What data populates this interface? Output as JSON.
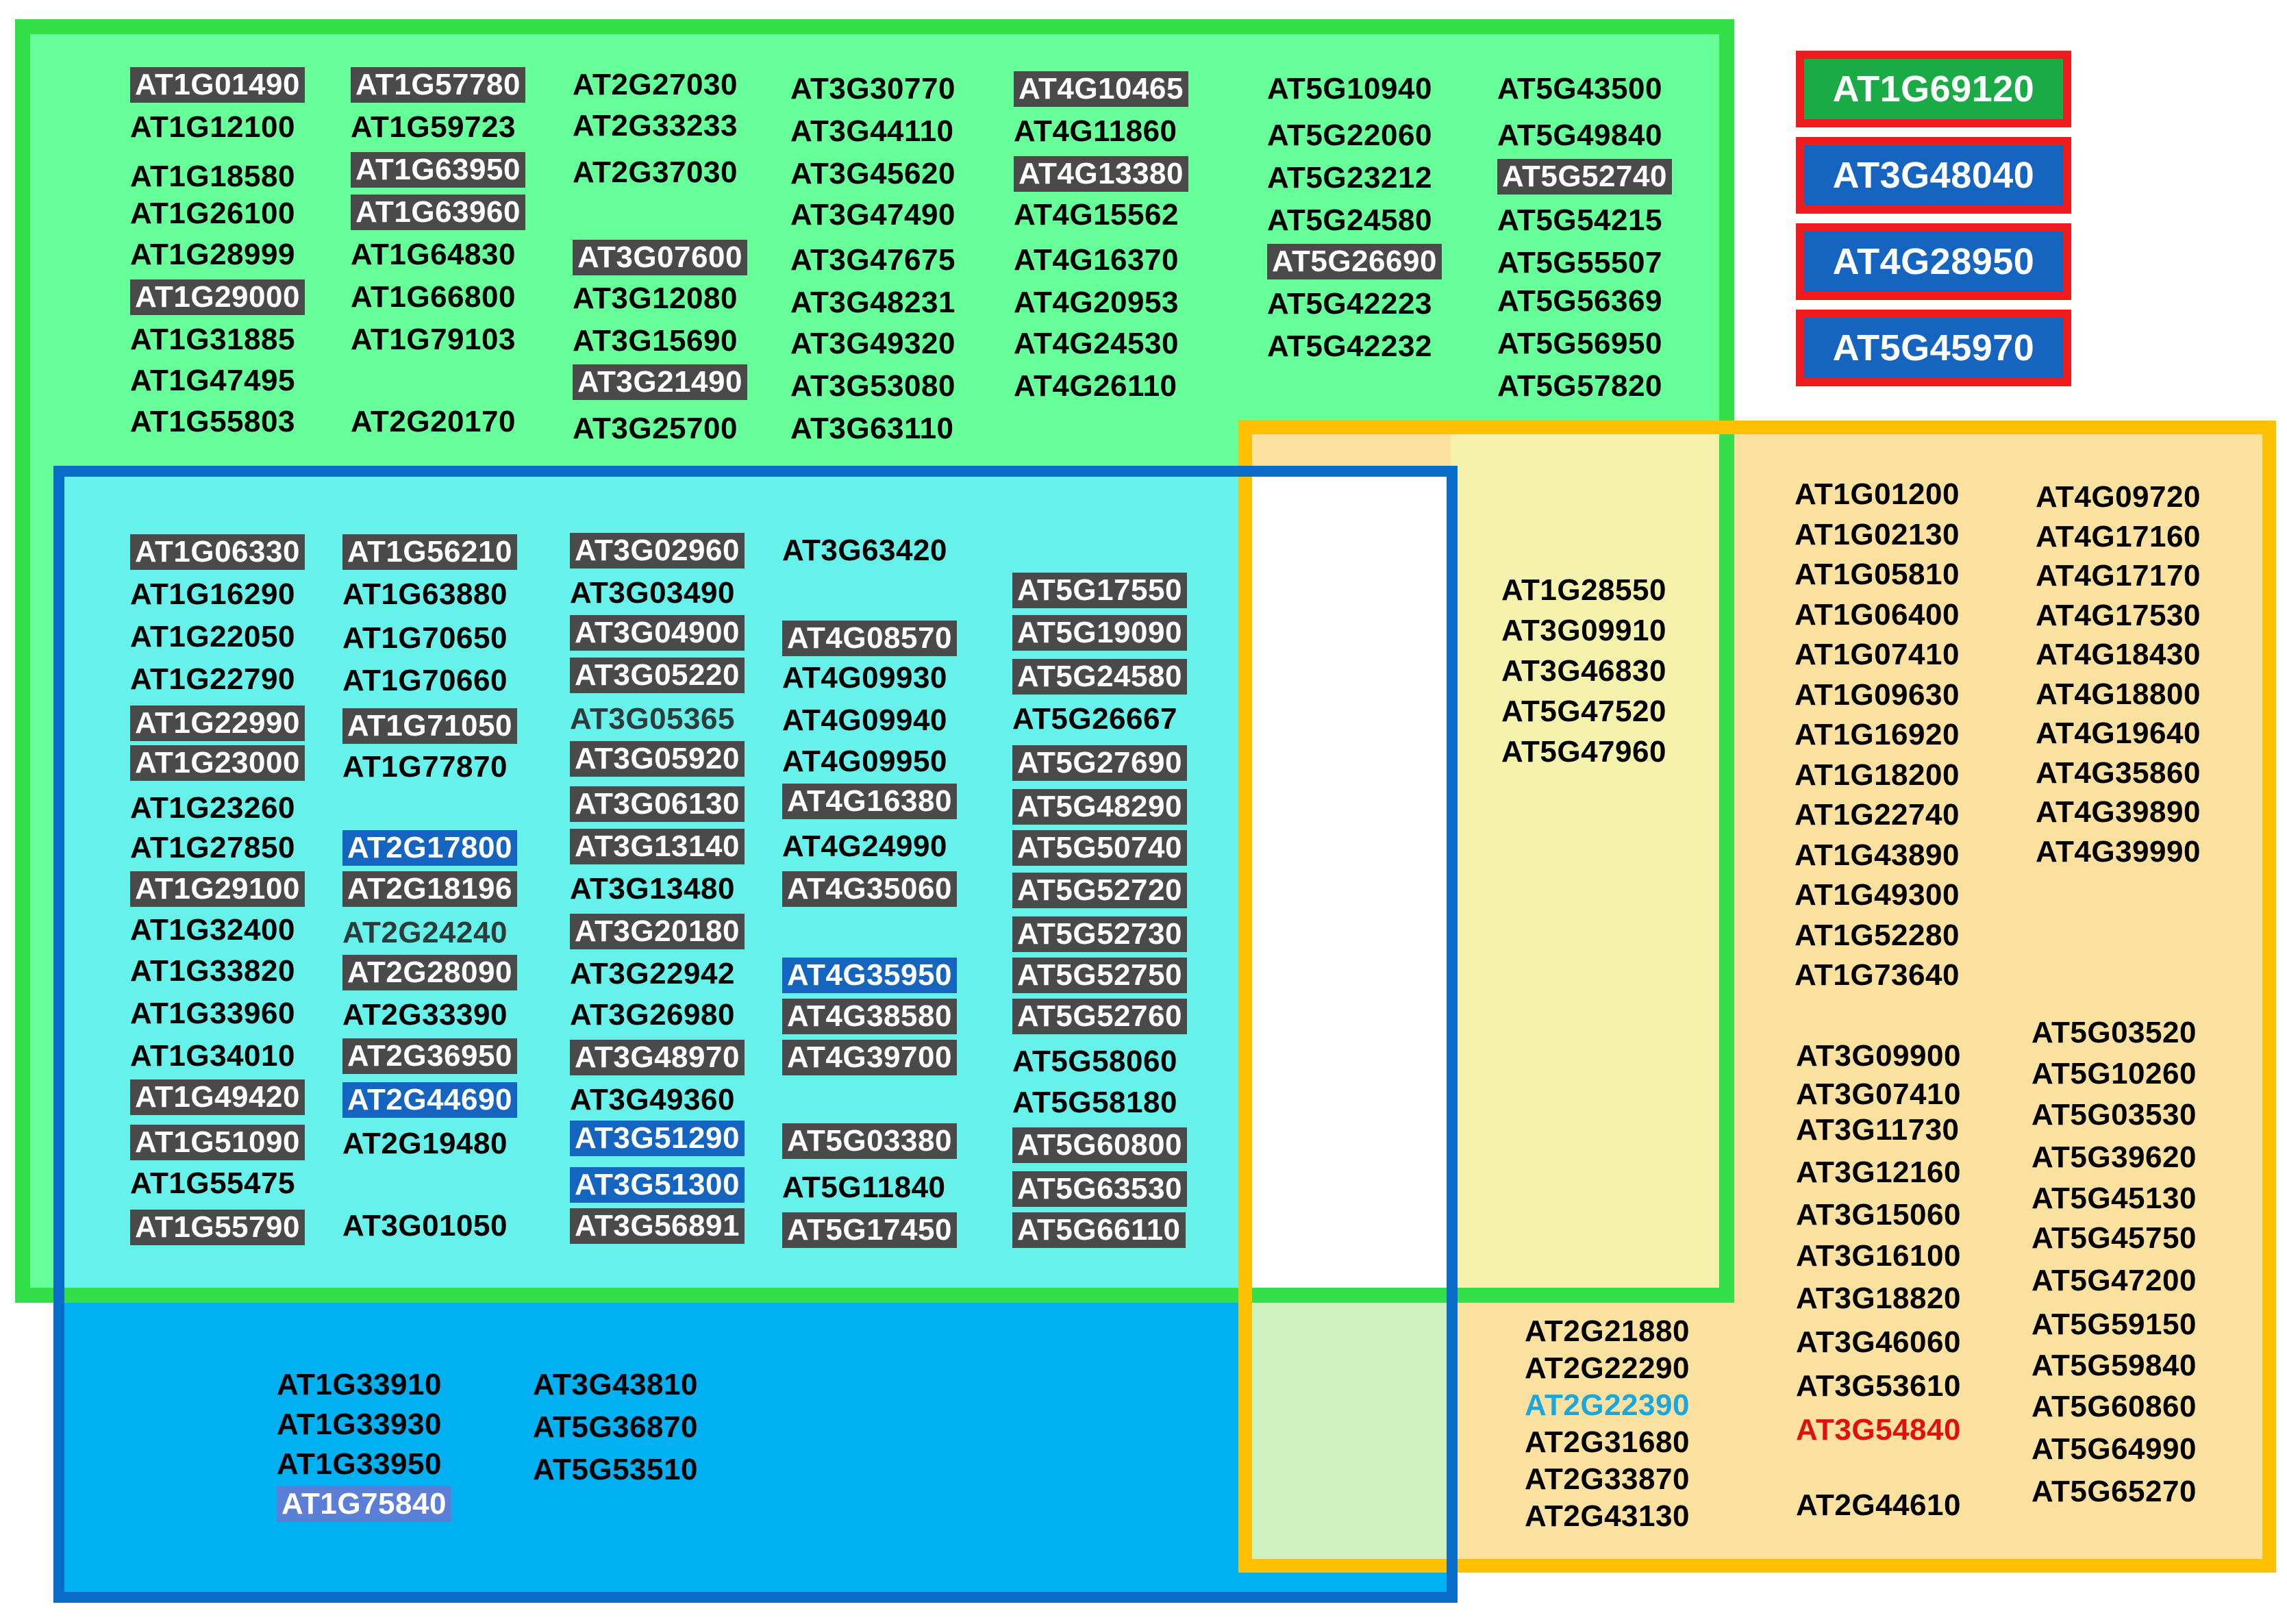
{
  "colors": {
    "green_fill": "#66ff99",
    "green_border": "#33e04a",
    "cyan_fill": "#66f2ea",
    "blue_fill": "#00b0f0",
    "blue_border": "#0a6cc9",
    "yellow_fill": "#f5f2ae",
    "orange_fill": "#fbe1a0",
    "orange_border": "#ffc000",
    "white_region": "#ffffff",
    "overlap_green": "#cdf2c0",
    "grey_highlight": "#4a4a4a",
    "blue_highlight": "#1565c0",
    "legend_red": "#ee1c1c"
  },
  "legend": [
    {
      "label": "AT1G69120",
      "color": "#1aab47"
    },
    {
      "label": "AT3G48040",
      "color": "#1565c0"
    },
    {
      "label": "AT4G28950",
      "color": "#1565c0"
    },
    {
      "label": "AT5G45970",
      "color": "#1565c0"
    }
  ],
  "green_only": [
    [
      {
        "t": "AT1G01490",
        "s": "grey"
      },
      {
        "t": "AT1G12100"
      },
      {
        "t": "AT1G18580"
      },
      {
        "t": "AT1G26100"
      },
      {
        "t": "AT1G28999"
      },
      {
        "t": "AT1G29000",
        "s": "grey"
      },
      {
        "t": "AT1G31885"
      },
      {
        "t": "AT1G47495"
      },
      {
        "t": "AT1G55803"
      }
    ],
    [
      {
        "t": "AT1G57780",
        "s": "grey"
      },
      {
        "t": "AT1G59723"
      },
      {
        "t": "AT1G63950",
        "s": "grey"
      },
      {
        "t": "AT1G63960",
        "s": "grey"
      },
      {
        "t": "AT1G64830"
      },
      {
        "t": "AT1G66800"
      },
      {
        "t": "AT1G79103"
      },
      {
        "t": "AT2G20170"
      }
    ],
    [
      {
        "t": "AT2G27030"
      },
      {
        "t": "AT2G33233"
      },
      {
        "t": "AT2G37030"
      },
      {
        "t": "AT3G07600",
        "s": "grey"
      },
      {
        "t": "AT3G12080"
      },
      {
        "t": "AT3G15690"
      },
      {
        "t": "AT3G21490",
        "s": "grey"
      },
      {
        "t": "AT3G25700"
      }
    ],
    [
      {
        "t": "AT3G30770"
      },
      {
        "t": "AT3G44110"
      },
      {
        "t": "AT3G45620"
      },
      {
        "t": "AT3G47490"
      },
      {
        "t": "AT3G47675"
      },
      {
        "t": "AT3G48231"
      },
      {
        "t": "AT3G49320"
      },
      {
        "t": "AT3G53080"
      },
      {
        "t": "AT3G63110"
      }
    ],
    [
      {
        "t": "AT4G10465",
        "s": "grey"
      },
      {
        "t": "AT4G11860"
      },
      {
        "t": "AT4G13380",
        "s": "grey"
      },
      {
        "t": "AT4G15562"
      },
      {
        "t": "AT4G16370"
      },
      {
        "t": "AT4G20953"
      },
      {
        "t": "AT4G24530"
      },
      {
        "t": "AT4G26110"
      }
    ],
    [
      {
        "t": "AT5G10940"
      },
      {
        "t": "AT5G22060"
      },
      {
        "t": "AT5G23212"
      },
      {
        "t": "AT5G24580"
      },
      {
        "t": "AT5G26690",
        "s": "grey"
      },
      {
        "t": "AT5G42223"
      },
      {
        "t": "AT5G42232"
      }
    ],
    [
      {
        "t": "AT5G43500"
      },
      {
        "t": "AT5G49840"
      },
      {
        "t": "AT5G52740",
        "s": "grey"
      },
      {
        "t": "AT5G54215"
      },
      {
        "t": "AT5G55507"
      },
      {
        "t": "AT5G56369"
      },
      {
        "t": "AT5G56950"
      },
      {
        "t": "AT5G57820"
      }
    ]
  ],
  "green_blue": [
    [
      {
        "t": "AT1G06330",
        "s": "grey"
      },
      {
        "t": "AT1G16290"
      },
      {
        "t": "AT1G22050"
      },
      {
        "t": "AT1G22790"
      },
      {
        "t": "AT1G22990",
        "s": "grey"
      },
      {
        "t": "AT1G23000",
        "s": "grey"
      },
      {
        "t": "AT1G23260"
      },
      {
        "t": "AT1G27850"
      },
      {
        "t": "AT1G29100",
        "s": "grey"
      },
      {
        "t": "AT1G32400"
      },
      {
        "t": "AT1G33820"
      },
      {
        "t": "AT1G33960"
      },
      {
        "t": "AT1G34010"
      },
      {
        "t": "AT1G49420",
        "s": "grey"
      },
      {
        "t": "AT1G51090",
        "s": "grey"
      },
      {
        "t": "AT1G55475"
      },
      {
        "t": "AT1G55790",
        "s": "grey"
      }
    ],
    [
      {
        "t": "AT1G56210",
        "s": "grey"
      },
      {
        "t": "AT1G63880"
      },
      {
        "t": "AT1G70650"
      },
      {
        "t": "AT1G70660"
      },
      {
        "t": "AT1G71050",
        "s": "grey"
      },
      {
        "t": "AT1G77870"
      },
      {
        "t": "AT2G17800",
        "s": "blue"
      },
      {
        "t": "AT2G18196",
        "s": "grey"
      },
      {
        "t": "AT2G24240",
        "s": "dark"
      },
      {
        "t": "AT2G28090",
        "s": "grey"
      },
      {
        "t": "AT2G33390"
      },
      {
        "t": "AT2G36950",
        "s": "grey"
      },
      {
        "t": "AT2G44690",
        "s": "blue"
      },
      {
        "t": "AT2G19480"
      },
      {
        "t": "AT3G01050"
      }
    ],
    [
      {
        "t": "AT3G02960",
        "s": "grey"
      },
      {
        "t": "AT3G03490"
      },
      {
        "t": "AT3G04900",
        "s": "grey"
      },
      {
        "t": "AT3G05220",
        "s": "grey"
      },
      {
        "t": "AT3G05365",
        "s": "dark"
      },
      {
        "t": "AT3G05920",
        "s": "grey"
      },
      {
        "t": "AT3G06130",
        "s": "grey"
      },
      {
        "t": "AT3G13140",
        "s": "grey"
      },
      {
        "t": "AT3G13480"
      },
      {
        "t": "AT3G20180",
        "s": "grey"
      },
      {
        "t": "AT3G22942"
      },
      {
        "t": "AT3G26980"
      },
      {
        "t": "AT3G48970",
        "s": "grey"
      },
      {
        "t": "AT3G49360"
      },
      {
        "t": "AT3G51290",
        "s": "blue"
      },
      {
        "t": "AT3G51300",
        "s": "blue"
      },
      {
        "t": "AT3G56891",
        "s": "grey"
      }
    ],
    [
      {
        "t": "AT3G63420"
      },
      {
        "t": "AT4G08570",
        "s": "grey"
      },
      {
        "t": "AT4G09930"
      },
      {
        "t": "AT4G09940"
      },
      {
        "t": "AT4G09950"
      },
      {
        "t": "AT4G16380",
        "s": "grey"
      },
      {
        "t": "AT4G24990"
      },
      {
        "t": "AT4G35060",
        "s": "grey"
      },
      {
        "t": "AT4G35950",
        "s": "blue"
      },
      {
        "t": "AT4G38580",
        "s": "grey"
      },
      {
        "t": "AT4G39700",
        "s": "grey"
      },
      {
        "t": "AT5G03380",
        "s": "grey"
      },
      {
        "t": "AT5G11840"
      },
      {
        "t": "AT5G17450",
        "s": "grey"
      }
    ],
    [
      {
        "t": "AT5G17550",
        "s": "grey"
      },
      {
        "t": "AT5G19090",
        "s": "grey"
      },
      {
        "t": "AT5G24580",
        "s": "grey"
      },
      {
        "t": "AT5G26667"
      },
      {
        "t": "AT5G27690",
        "s": "grey"
      },
      {
        "t": "AT5G48290",
        "s": "grey"
      },
      {
        "t": "AT5G50740",
        "s": "grey"
      },
      {
        "t": "AT5G52720",
        "s": "grey"
      },
      {
        "t": "AT5G52730",
        "s": "grey"
      },
      {
        "t": "AT5G52750",
        "s": "grey"
      },
      {
        "t": "AT5G52760",
        "s": "grey"
      },
      {
        "t": "AT5G58060"
      },
      {
        "t": "AT5G58180"
      },
      {
        "t": "AT5G60800",
        "s": "grey"
      },
      {
        "t": "AT5G63530",
        "s": "grey"
      },
      {
        "t": "AT5G66110",
        "s": "grey"
      }
    ]
  ],
  "blue_only": [
    [
      {
        "t": "AT1G33910"
      },
      {
        "t": "AT1G33930"
      },
      {
        "t": "AT1G33950"
      },
      {
        "t": "AT1G75840",
        "s": "lblue"
      }
    ],
    [
      {
        "t": "AT3G43810"
      },
      {
        "t": "AT5G36870"
      },
      {
        "t": "AT5G53510"
      }
    ]
  ],
  "green_orange": [
    {
      "t": "AT1G28550"
    },
    {
      "t": "AT3G09910"
    },
    {
      "t": "AT3G46830"
    },
    {
      "t": "AT5G47520"
    },
    {
      "t": "AT5G47960"
    }
  ],
  "orange_only": {
    "col1": [
      {
        "t": "AT1G01200"
      },
      {
        "t": "AT1G02130"
      },
      {
        "t": "AT1G05810"
      },
      {
        "t": "AT1G06400"
      },
      {
        "t": "AT1G07410"
      },
      {
        "t": "AT1G09630"
      },
      {
        "t": "AT1G16920"
      },
      {
        "t": "AT1G18200"
      },
      {
        "t": "AT1G22740"
      },
      {
        "t": "AT1G43890"
      },
      {
        "t": "AT1G49300"
      },
      {
        "t": "AT1G52280"
      },
      {
        "t": "AT1G73640"
      }
    ],
    "col2": [
      {
        "t": "AT4G09720"
      },
      {
        "t": "AT4G17160"
      },
      {
        "t": "AT4G17170"
      },
      {
        "t": "AT4G17530"
      },
      {
        "t": "AT4G18430"
      },
      {
        "t": "AT4G18800"
      },
      {
        "t": "AT4G19640"
      },
      {
        "t": "AT4G35860"
      },
      {
        "t": "AT4G39890"
      },
      {
        "t": "AT4G39990"
      }
    ],
    "col3": [
      {
        "t": "AT3G09900"
      },
      {
        "t": "AT3G07410"
      },
      {
        "t": "AT3G11730"
      },
      {
        "t": "AT3G12160"
      },
      {
        "t": "AT3G15060"
      },
      {
        "t": "AT3G16100"
      },
      {
        "t": "AT3G18820"
      },
      {
        "t": "AT3G46060"
      },
      {
        "t": "AT3G53610"
      },
      {
        "t": "AT3G54840",
        "s": "red"
      },
      {
        "t": "AT2G44610"
      }
    ],
    "col4": [
      {
        "t": "AT5G03520"
      },
      {
        "t": "AT5G10260"
      },
      {
        "t": "AT5G03530"
      },
      {
        "t": "AT5G39620"
      },
      {
        "t": "AT5G45130"
      },
      {
        "t": "AT5G45750"
      },
      {
        "t": "AT5G47200"
      },
      {
        "t": "AT5G59150"
      },
      {
        "t": "AT5G59840"
      },
      {
        "t": "AT5G60860"
      },
      {
        "t": "AT5G64990"
      },
      {
        "t": "AT5G65270"
      }
    ],
    "col5": [
      {
        "t": "AT2G21880"
      },
      {
        "t": "AT2G22290"
      },
      {
        "t": "AT2G22390",
        "s": "cyan"
      },
      {
        "t": "AT2G31680"
      },
      {
        "t": "AT2G33870"
      },
      {
        "t": "AT2G43130"
      }
    ]
  }
}
